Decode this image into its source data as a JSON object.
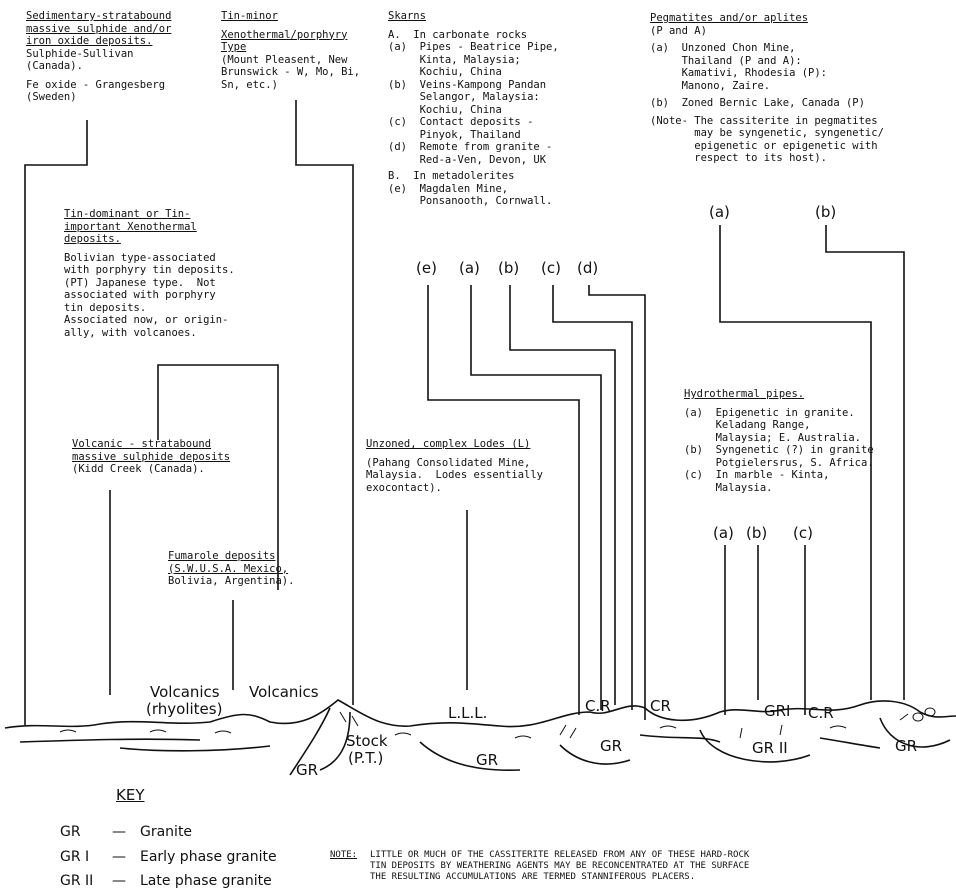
{
  "sed": {
    "lines": [
      "Sedimentary-stratabound",
      "massive sulphide and/or",
      "iron oxide deposits.",
      "Sulphide-Sullivan",
      "(Canada)."
    ],
    "fe": [
      "Fe oxide - Grangesberg",
      "(Sweden)"
    ]
  },
  "tinminor": {
    "title": "Tin-minor",
    "lines": [
      "Xenothermal/porphyry",
      "Type",
      "(Mount Pleasent, New",
      "Brunswick - W, Mo, Bi,",
      "Sn, etc.)"
    ]
  },
  "skarns": {
    "title": "Skarns",
    "lines": [
      "A.  In carbonate rocks",
      "(a)  Pipes - Beatrice Pipe,",
      "     Kinta, Malaysia;",
      "     Kochiu, China",
      "(b)  Veins-Kampong Pandan",
      "     Selangor, Malaysia:",
      "     Kochiu, China",
      "(c)  Contact deposits -",
      "     Pinyok, Thailand",
      "(d)  Remote from granite -",
      "     Red-a-Ven, Devon, UK",
      "",
      "B.  In metadolerites",
      "(e)  Magdalen Mine,",
      "     Ponsanooth, Cornwall."
    ]
  },
  "peg": {
    "title": "Pegmatites and/or aplites",
    "lines": [
      "(P and A)",
      "",
      "(a)  Unzoned Chon Mine,",
      "     Thailand (P and A):",
      "     Kamativi, Rhodesia (P):",
      "     Manono, Zaire.",
      "",
      "(b)  Zoned Bernic Lake, Canada (P)",
      "",
      "(Note- The cassiterite in pegmatites",
      "       may be syngenetic, syngenetic/",
      "       epigenetic or epigenetic with",
      "       respect to its host)."
    ],
    "a": "(a)",
    "b": "(b)"
  },
  "tindom": {
    "lines": [
      "Tin-dominant or Tin-",
      "important Xenothermal",
      "deposits."
    ],
    "body": [
      "Bolivian type-associated",
      "with porphyry tin deposits.",
      "(PT) Japanese type.  Not",
      "associated with porphyry",
      "tin deposits.",
      "Associated now, or origin-",
      "ally, with volcanoes."
    ]
  },
  "skarnlabels": [
    "(e)",
    "(a)",
    "(b)",
    "(c)",
    "(d)"
  ],
  "hydro": {
    "title": "Hydrothermal pipes.",
    "lines": [
      "(a)  Epigenetic in granite.",
      "     Keladang Range,",
      "     Malaysia; E. Australia.",
      "(b)  Syngenetic (?) in granite",
      "     Potgielersrus, S. Africa.",
      "(c)  In marble - Kinta,",
      "     Malaysia."
    ],
    "labels": [
      "(a)",
      "(b)",
      "(c)"
    ]
  },
  "volc": {
    "lines": [
      "Volcanic - stratabound",
      "massive sulphide deposits"
    ],
    "sub": "(Kidd Creek (Canada)."
  },
  "lodes": {
    "title": "Unzoned, complex Lodes (L)",
    "lines": [
      "(Pahang Consolidated Mine,",
      "Malaysia.  Lodes essentially",
      "exocontact)."
    ]
  },
  "fum": {
    "title": "Fumarole deposits",
    "lines": [
      "(S.W.U.S.A. Mexico,",
      "Bolivia, Argentina)."
    ]
  },
  "section": {
    "volcanics1": "Volcanics",
    "rhyolites": "(rhyolites)",
    "volcanics2": "Volcanics",
    "stock": "Stock",
    "pt": "(P.T.)",
    "gr1": "GR",
    "gr2": "GR",
    "gr3": "GR",
    "gr4": "GR",
    "lll": "L.L.L.",
    "cr1": "C.R",
    "cr2": "CR",
    "gri": "GRI",
    "cr3": "C.R",
    "grii": "GR II"
  },
  "key": {
    "title": "KEY",
    "rows": [
      {
        "abbr": "GR",
        "dash": "—",
        "desc": "Granite"
      },
      {
        "abbr": "GR I",
        "dash": "—",
        "desc": "Early phase granite"
      },
      {
        "abbr": "GR II",
        "dash": "—",
        "desc": "Late phase granite"
      }
    ]
  },
  "note": {
    "label": "NOTE:",
    "lines": [
      "LITTLE OR MUCH OF THE CASSITERITE RELEASED FROM ANY OF THESE HARD-ROCK",
      "TIN DEPOSITS BY WEATHERING AGENTS MAY BE RECONCENTRATED AT THE SURFACE",
      "THE RESULTING ACCUMULATIONS ARE TERMED STANNIFEROUS PLACERS."
    ]
  }
}
